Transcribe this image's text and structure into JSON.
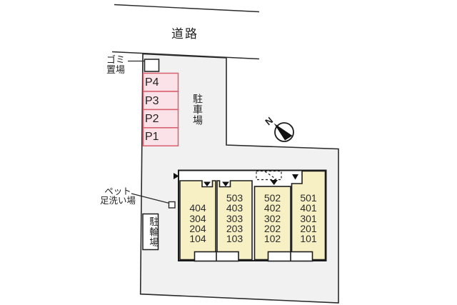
{
  "site_plan": {
    "road_label": "道路",
    "garbage_area": {
      "line1": "ゴミ",
      "line2": "置場"
    },
    "parking_area_label": "駐車場",
    "parking_spots": [
      "P4",
      "P3",
      "P2",
      "P1"
    ],
    "pet_wash": {
      "line1": "ペット",
      "line2": "足洗い場"
    },
    "bicycle_area_label": "駐輪場",
    "compass": {
      "north_label": "N"
    },
    "building": {
      "columns": [
        {
          "units": [
            "",
            "404",
            "304",
            "204",
            "104"
          ]
        },
        {
          "units": [
            "503",
            "403",
            "303",
            "203",
            "103"
          ]
        },
        {
          "units": [
            "502",
            "402",
            "302",
            "202",
            "102"
          ]
        },
        {
          "units": [
            "501",
            "401",
            "301",
            "201",
            "101"
          ]
        }
      ]
    },
    "colors": {
      "parcel_fill": "#f1f1f1",
      "building_unit_fill": "#f7f0c4",
      "parking_spot_fill": "#fbe2e8",
      "parking_spot_border": "#d9606c",
      "line": "#2a2a2a"
    }
  }
}
